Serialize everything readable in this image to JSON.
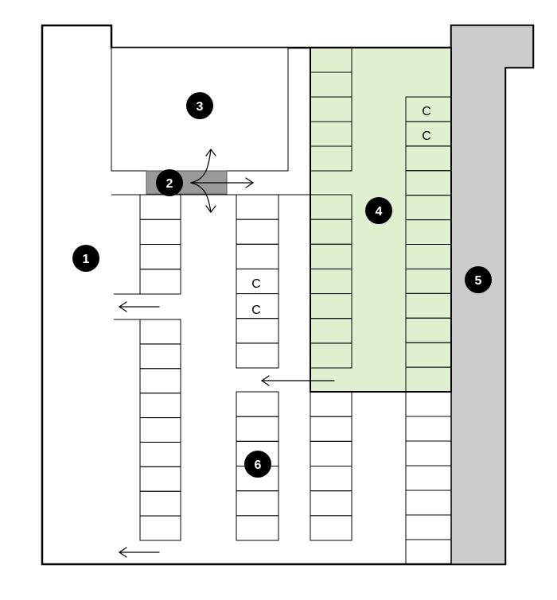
{
  "colors": {
    "background": "#ffffff",
    "outline": "#000000",
    "highlight_zone": "#dfefcf",
    "side_zone": "#cccccc",
    "entrance": "#999999",
    "marker": "#000000",
    "marker_text": "#ffffff"
  },
  "markers": {
    "m1": "1",
    "m2": "2",
    "m3": "3",
    "m4": "4",
    "m5": "5",
    "m6": "6"
  },
  "compact_label": "C",
  "arrow_icons": [
    "arrow-left-icon",
    "arrow-right-icon",
    "arrow-up-icon",
    "arrow-down-icon"
  ]
}
